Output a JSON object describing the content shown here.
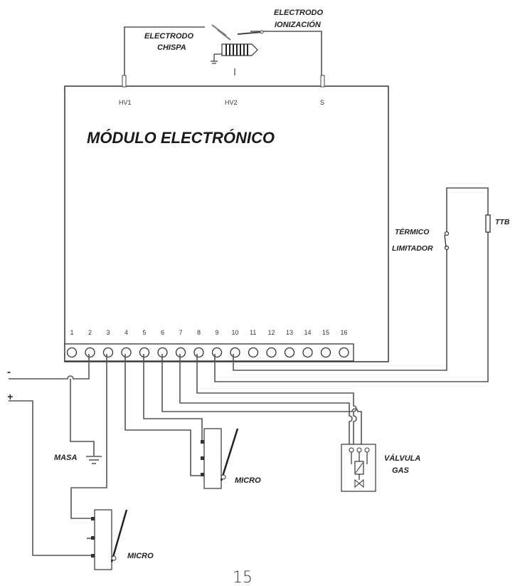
{
  "module": {
    "title": "MÓDULO ELECTRÓNICO",
    "hv_labels": [
      "HV1",
      "HV2",
      "S"
    ]
  },
  "terminals": [
    "1",
    "2",
    "3",
    "4",
    "5",
    "6",
    "7",
    "8",
    "9",
    "10",
    "11",
    "12",
    "13",
    "14",
    "15",
    "16"
  ],
  "labels": {
    "electrodo_chispa_1": "ELECTRODO",
    "electrodo_chispa_2": "CHISPA",
    "electrodo_ionizacion_1": "ELECTRODO",
    "electrodo_ionizacion_2": "IONIZACIÓN",
    "termico_1": "TÉRMICO",
    "termico_2": "LIMITADOR",
    "ttb": "TTB",
    "masa": "MASA",
    "valvula_1": "VÁLVULA",
    "valvula_2": "GAS",
    "micro_upper": "MICRO",
    "micro_lower": "MICRO",
    "minus": "-",
    "plus": "+"
  },
  "page_number": "15"
}
